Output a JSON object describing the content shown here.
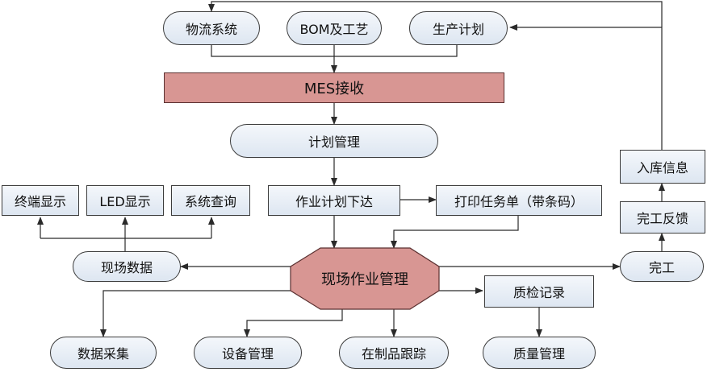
{
  "colors": {
    "node_fill_top": "#f4f7fb",
    "node_fill_bottom": "#dde6f1",
    "highlight_fill": "#d89693",
    "line": "#2a2a2a"
  },
  "nodes": {
    "logistics": "物流系统",
    "bom": "BOM及工艺",
    "production_plan": "生产计划",
    "mes_receive": "MES接收",
    "plan_mgmt": "计划管理",
    "terminal_display": "终端显示",
    "led_display": "LED显示",
    "system_query": "系统查询",
    "issue_plan": "作业计划下达",
    "print_task": "打印任务单（带条码）",
    "warehouse_info": "入库信息",
    "completion_feedback": "完工反馈",
    "site_data": "现场数据",
    "site_mgmt": "现场作业管理",
    "completion": "完工",
    "qc_record": "质检记录",
    "data_collection": "数据采集",
    "equipment_mgmt": "设备管理",
    "wip_tracking": "在制品跟踪",
    "quality_mgmt": "质量管理"
  }
}
